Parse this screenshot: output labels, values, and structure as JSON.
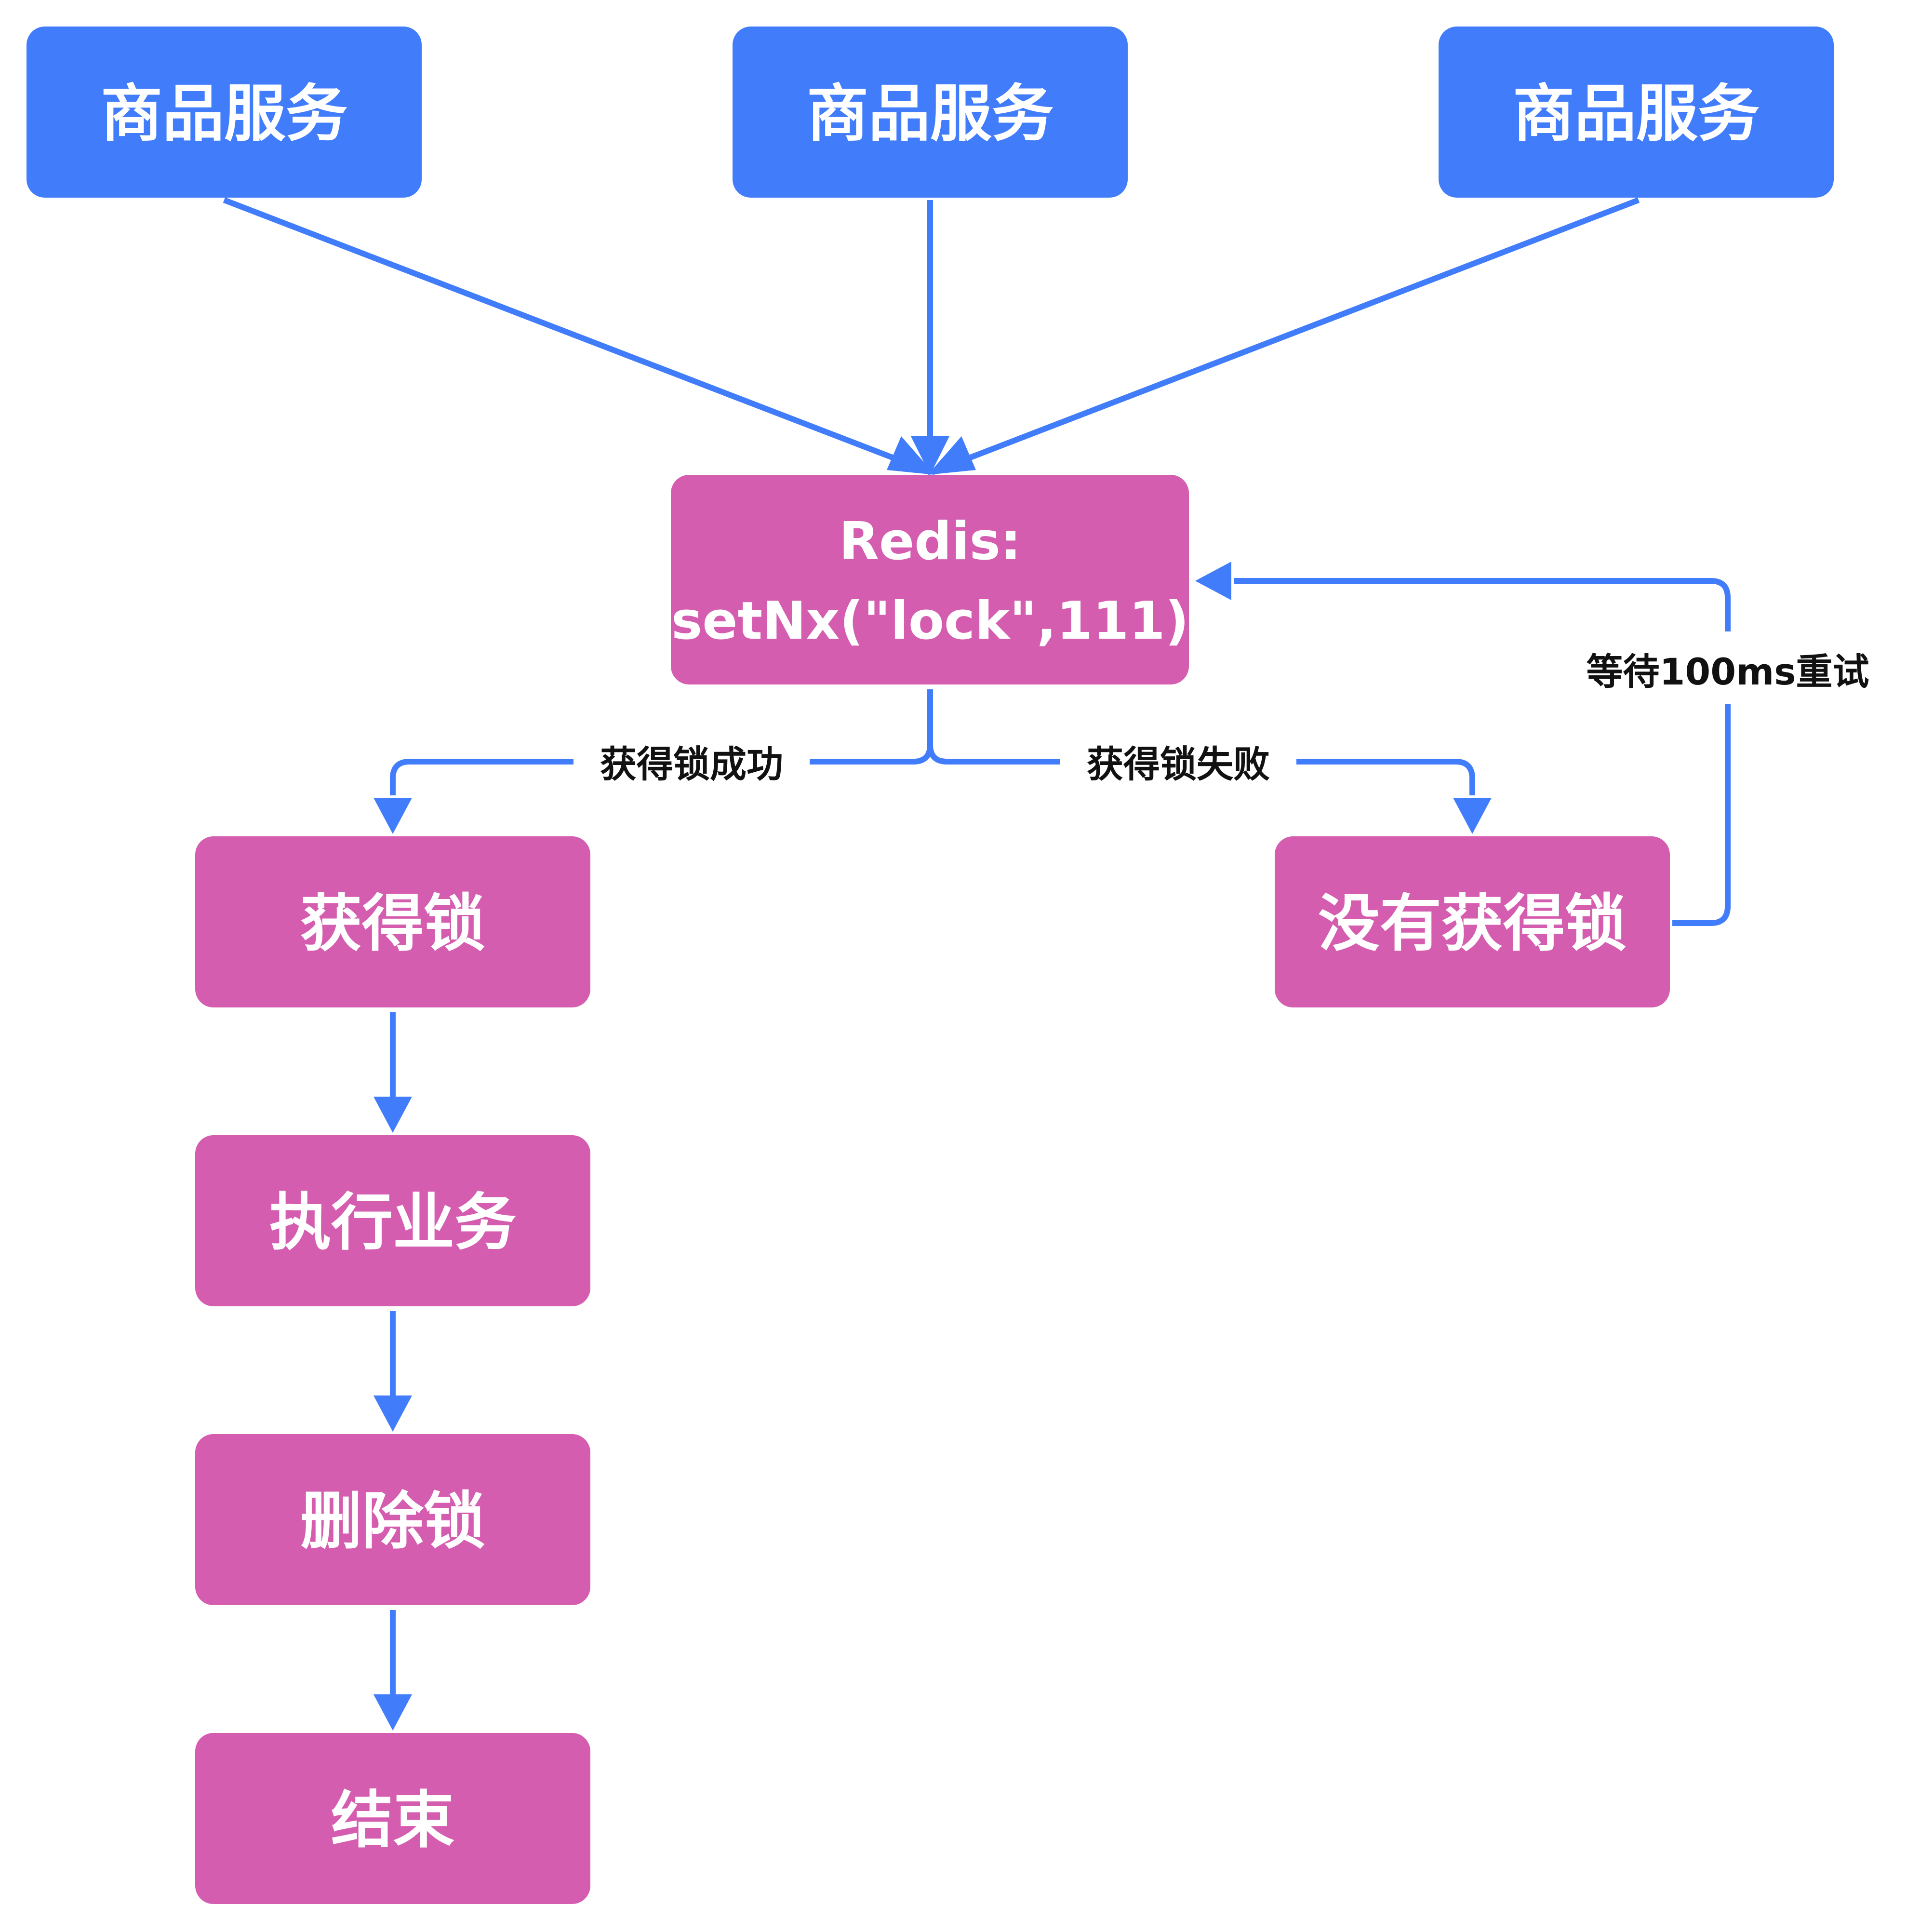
{
  "diagram": {
    "nodes": {
      "service_1": "商品服务",
      "service_2": "商品服务",
      "service_3": "商品服务",
      "redis_line1": "Redis:",
      "redis_line2": "setNx(\"lock\",111)",
      "acquired": "获得锁",
      "not_acquired": "没有获得锁",
      "execute": "执行业务",
      "delete": "删除锁",
      "end": "结束"
    },
    "edge_labels": {
      "success": "获得锁成功",
      "failure": "获得锁失败",
      "retry": "等待100ms重试"
    },
    "colors": {
      "service_node": "#417DFB",
      "process_node": "#D55DB0",
      "edge": "#417DFB",
      "node_text": "#FFFFFF",
      "label_text": "#111111"
    }
  }
}
